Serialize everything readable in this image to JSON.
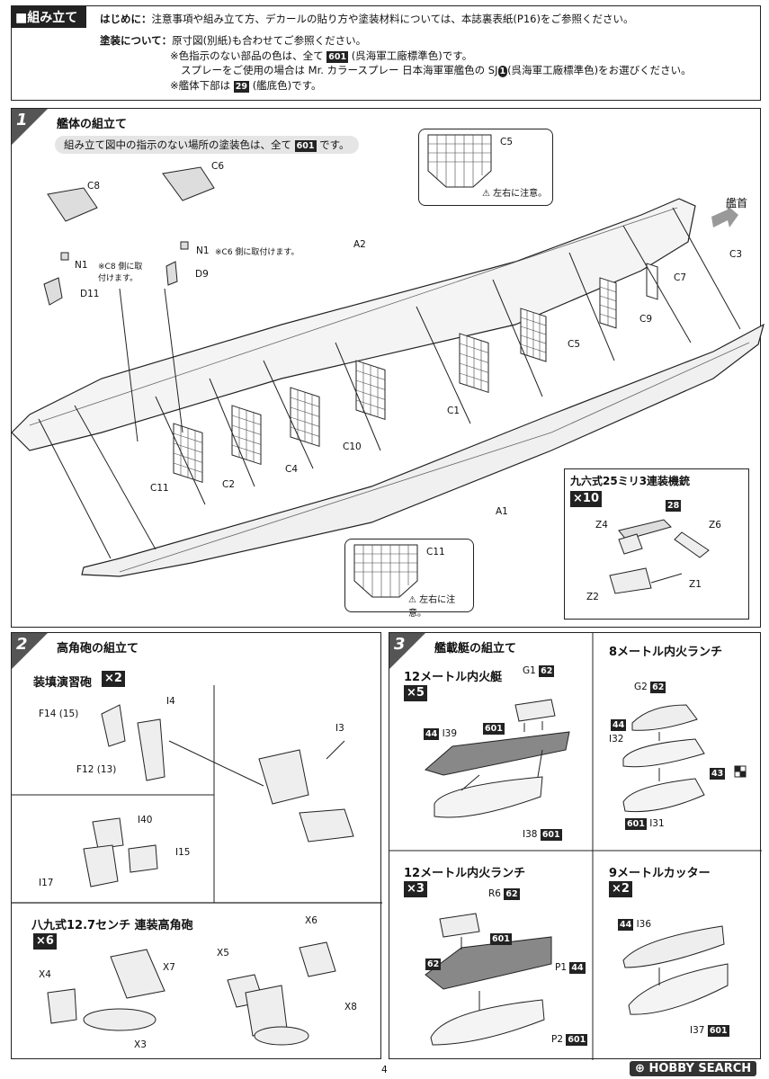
{
  "header": {
    "tag": "■組み立て",
    "intro_label": "はじめに：",
    "intro_text": "注意事項や組み立て方、デカールの貼り方や塗装材料については、本誌裏表紙(P16)をご参照ください。",
    "paint_label": "塗装について：",
    "paint_line1": "原寸図(別紙)も合わせてご参照ください。",
    "paint_line2a": "※色指示のない部品の色は、全て",
    "paint_line2_chip": "601",
    "paint_line2b": "(呉海軍工廠標準色)です。",
    "paint_line3a": "スプレーをご使用の場合は Mr. カラースプレー 日本海軍軍艦色の SJ",
    "paint_line3_chip": "1",
    "paint_line3b": "(呉海軍工廠標準色)をお選びください。",
    "paint_line4a": "※艦体下部は",
    "paint_line4_chip": "29",
    "paint_line4b": "(艦底色)です。"
  },
  "step1": {
    "num": "1",
    "title": "艦体の組立て",
    "note_a": "組み立て図中の指示のない場所の塗装色は、全て",
    "note_chip": "601",
    "note_b": "です。",
    "bow_label": "艦首",
    "part_labels": [
      "A2",
      "C3",
      "C7",
      "C9",
      "C5",
      "C1",
      "C10",
      "C4",
      "C2",
      "C11",
      "A1",
      "C8",
      "C6",
      "N1",
      "D9",
      "D11"
    ],
    "n1_note_c8": "※C8 側に取付けます。",
    "n1_note_c6": "※C6 側に取付けます。",
    "callout_c5_label": "C5",
    "callout_c5_warn": "左右に注意。",
    "callout_c11_label": "C11",
    "callout_c11_warn": "左右に注意。",
    "aa_title": "九六式25ミリ3連装機銃",
    "aa_mult": "×10",
    "aa_chip": "28",
    "aa_labels": [
      "Z4",
      "Z6",
      "Z1",
      "Z2"
    ]
  },
  "step2": {
    "num": "2",
    "title": "高角砲の組立て",
    "sub1": "装填演習砲",
    "sub1_mult": "×2",
    "sub1_labels": [
      "F14 (15)",
      "I4",
      "F12 (13)",
      "I3",
      "I40",
      "I15",
      "I17"
    ],
    "sub2": "八九式12.7センチ 連装高角砲",
    "sub2_mult": "×6",
    "sub2_labels": [
      "X6",
      "X5",
      "X4",
      "X7",
      "X8",
      "X3"
    ]
  },
  "step3": {
    "num": "3",
    "title": "艦載艇の組立て",
    "boat1": "12メートル内火艇",
    "boat1_mult": "×5",
    "boat1_labels": {
      "g1": "G1",
      "g1_chip": "62",
      "i39_chip": "44",
      "i39": "I39",
      "deck_chip": "601",
      "i38": "I38",
      "i38_chip": "601"
    },
    "boat2": "8メートル内火ランチ",
    "boat2_labels": {
      "g2": "G2",
      "g2_chip": "62",
      "i32_chip": "44",
      "i32": "I32",
      "c43": "43",
      "i31_chip": "601",
      "i31": "I31"
    },
    "boat3": "12メートル内火ランチ",
    "boat3_mult": "×3",
    "boat3_labels": {
      "r6": "R6",
      "r6_chip": "62",
      "mid_chip": "601",
      "side_chip": "62",
      "p1": "P1",
      "p1_chip": "44",
      "p2": "P2",
      "p2_chip": "601"
    },
    "boat4": "9メートルカッター",
    "boat4_mult": "×2",
    "boat4_labels": {
      "i36_chip": "44",
      "i36": "I36",
      "i37": "I37",
      "i37_chip": "601"
    }
  },
  "footer": {
    "page": "4",
    "watermark": "HOBBY SEARCH"
  }
}
